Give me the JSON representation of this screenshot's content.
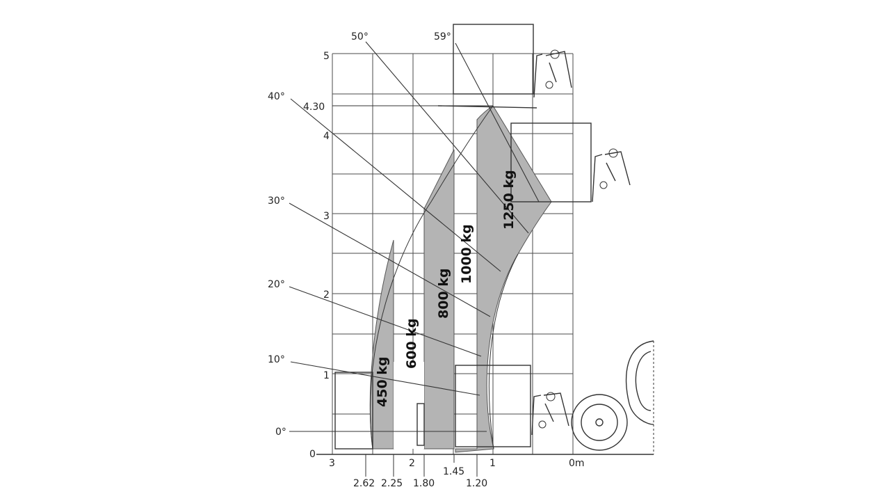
{
  "y_axis": {
    "ticks": [
      {
        "key": "5",
        "label": "5"
      },
      {
        "key": "430",
        "label": "4.30"
      },
      {
        "key": "4",
        "label": "4"
      },
      {
        "key": "3",
        "label": "3"
      },
      {
        "key": "2",
        "label": "2"
      },
      {
        "key": "1",
        "label": "1"
      },
      {
        "key": "0",
        "label": "0"
      }
    ]
  },
  "x_axis": {
    "top_ticks": [
      {
        "key": "3",
        "label": "3"
      },
      {
        "key": "2",
        "label": "2"
      },
      {
        "key": "1",
        "label": "1"
      },
      {
        "key": "0m",
        "label": "0m"
      }
    ],
    "mid_ticks": [
      {
        "key": "145",
        "label": "1.45"
      }
    ],
    "bottom_ticks": [
      {
        "key": "262",
        "label": "2.62"
      },
      {
        "key": "225",
        "label": "2.25"
      },
      {
        "key": "180",
        "label": "1.80"
      },
      {
        "key": "120",
        "label": "1.20"
      }
    ]
  },
  "angles": [
    {
      "key": "50",
      "label": "50°"
    },
    {
      "key": "59",
      "label": "59°"
    },
    {
      "key": "40",
      "label": "40°"
    },
    {
      "key": "30",
      "label": "30°"
    },
    {
      "key": "20",
      "label": "20°"
    },
    {
      "key": "10",
      "label": "10°"
    },
    {
      "key": "0",
      "label": "0°"
    }
  ],
  "load_zones": [
    {
      "key": "450",
      "label": "450 kg"
    },
    {
      "key": "600",
      "label": "600 kg"
    },
    {
      "key": "800",
      "label": "800 kg"
    },
    {
      "key": "1000",
      "label": "1000 kg"
    },
    {
      "key": "1250",
      "label": "1250 kg"
    }
  ],
  "colors": {
    "zone_fill": "#b4b4b4",
    "grid": "#4a4a4a",
    "text": "#222222"
  }
}
